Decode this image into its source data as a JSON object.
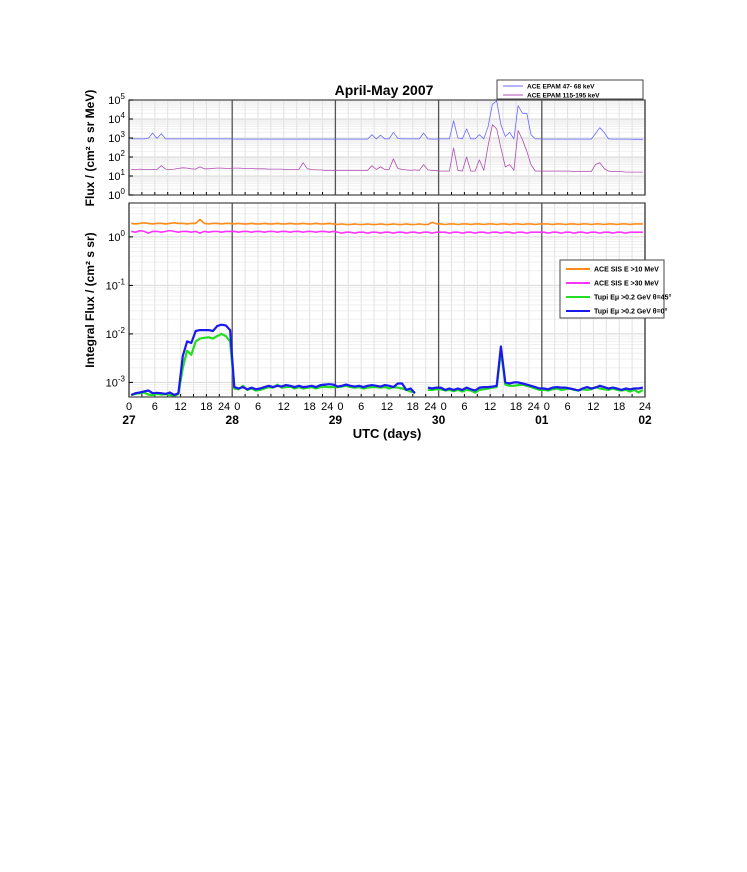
{
  "chart_data": [
    {
      "type": "line",
      "panel": "top",
      "title": "April-May 2007",
      "ylabel": "Flux / (cm² s sr MeV)",
      "yscale": "log",
      "ylim": [
        1,
        100000
      ],
      "ytick_exponents": [
        0,
        1,
        2,
        3,
        4,
        5
      ],
      "grid": true,
      "legend_position": "top-right, above panel",
      "sample_step_hours": 1,
      "series": [
        {
          "name": "ACE EPAM  47- 68 keV",
          "color": "#6a6aff",
          "days": {
            "27": [
              900,
              900,
              900,
              900,
              950,
              1800,
              950,
              1700,
              900,
              900,
              900,
              900,
              900,
              900,
              900,
              900,
              900,
              900,
              900,
              900,
              900,
              900,
              900,
              900
            ],
            "28": [
              880,
              880,
              880,
              880,
              880,
              880,
              880,
              880,
              880,
              880,
              880,
              880,
              880,
              880,
              880,
              880,
              880,
              880,
              880,
              880,
              880,
              880,
              880,
              880
            ],
            "29": [
              880,
              880,
              880,
              880,
              880,
              880,
              880,
              880,
              1500,
              900,
              1400,
              900,
              900,
              2000,
              950,
              900,
              900,
              900,
              900,
              900,
              1800,
              900,
              880,
              880
            ],
            "30": [
              900,
              900,
              900,
              8000,
              1000,
              900,
              3000,
              900,
              900,
              1500,
              900,
              4000,
              60000,
              90000,
              5000,
              1200,
              2000,
              900,
              50000,
              20000,
              20000,
              1500,
              900,
              900
            ],
            "01": [
              880,
              880,
              880,
              880,
              880,
              880,
              880,
              880,
              880,
              880,
              880,
              880,
              1700,
              3500,
              2000,
              900,
              880,
              880,
              880,
              880,
              880,
              850,
              850,
              850
            ]
          }
        },
        {
          "name": "ACE EPAM 115-195 keV",
          "color": "#b050b0",
          "days": {
            "27": [
              22,
              22,
              23,
              22,
              22,
              22,
              22,
              35,
              23,
              22,
              23,
              25,
              27,
              26,
              24,
              23,
              30,
              24,
              24,
              25,
              26,
              26,
              25,
              25
            ],
            "28": [
              26,
              26,
              25,
              25,
              25,
              24,
              24,
              24,
              23,
              23,
              23,
              23,
              22,
              22,
              22,
              22,
              50,
              24,
              22,
              21,
              21,
              20,
              20,
              20
            ],
            "29": [
              20,
              20,
              20,
              20,
              20,
              20,
              20,
              20,
              35,
              22,
              30,
              22,
              22,
              80,
              25,
              22,
              21,
              20,
              21,
              20,
              40,
              21,
              20,
              19
            ],
            "30": [
              18,
              18,
              18,
              300,
              20,
              18,
              100,
              18,
              18,
              70,
              20,
              400,
              5000,
              3000,
              300,
              30,
              40,
              20,
              2500,
              800,
              200,
              40,
              18,
              18
            ],
            "01": [
              18,
              18,
              18,
              18,
              18,
              18,
              18,
              17,
              17,
              17,
              17,
              17,
              40,
              50,
              25,
              18,
              17,
              17,
              17,
              16,
              16,
              16,
              16,
              16
            ]
          }
        }
      ]
    },
    {
      "type": "line",
      "panel": "bottom",
      "ylabel": "Integral Flux / (cm² s sr)",
      "xlabel": "UTC  (days)",
      "yscale": "log",
      "ylim": [
        0.0005,
        5
      ],
      "ytick_exponents": [
        0,
        -1,
        -2,
        -3
      ],
      "grid": true,
      "legend_position": "right",
      "xtick_hours": [
        "0",
        "6",
        "12",
        "18",
        "24"
      ],
      "day_labels": [
        "27",
        "28",
        "29",
        "30",
        "01",
        "02"
      ],
      "sample_step_hours": 1,
      "series": [
        {
          "name": "ACE SIS  E >10 MeV",
          "color": "#ff8c1a",
          "days": {
            "27": [
              1.9,
              1.85,
              1.9,
              1.95,
              1.9,
              1.85,
              1.9,
              1.9,
              1.85,
              1.9,
              1.95,
              1.9,
              1.9,
              1.85,
              1.9,
              1.9,
              2.3,
              1.9,
              1.85,
              1.9,
              1.9,
              1.85,
              1.9,
              1.9
            ],
            "28": [
              1.85,
              1.9,
              1.85,
              1.85,
              1.9,
              1.85,
              1.85,
              1.9,
              1.85,
              1.85,
              1.9,
              1.85,
              1.85,
              1.9,
              1.85,
              1.85,
              1.9,
              1.85,
              1.85,
              1.9,
              1.85,
              1.85,
              1.9,
              1.85
            ],
            "29": [
              1.8,
              1.85,
              1.8,
              1.8,
              1.85,
              1.8,
              1.8,
              1.85,
              1.8,
              1.8,
              1.85,
              1.8,
              1.8,
              1.85,
              1.8,
              1.8,
              1.85,
              1.8,
              1.8,
              1.85,
              1.8,
              1.8,
              2.0,
              1.85
            ],
            "30": [
              1.85,
              1.8,
              1.85,
              1.85,
              1.8,
              1.85,
              1.85,
              1.8,
              1.85,
              1.85,
              1.8,
              1.85,
              1.85,
              1.8,
              1.85,
              1.85,
              1.8,
              1.85,
              1.85,
              1.8,
              1.85,
              1.85,
              1.8,
              1.85
            ],
            "01": [
              1.85,
              1.85,
              1.8,
              1.85,
              1.85,
              1.8,
              1.85,
              1.85,
              1.8,
              1.85,
              1.85,
              1.8,
              1.85,
              1.85,
              1.8,
              1.85,
              1.85,
              1.8,
              1.85,
              1.85,
              1.8,
              1.85,
              1.85,
              1.85
            ]
          }
        },
        {
          "name": "ACE SIS  E >30 MeV",
          "color": "#ff33ff",
          "days": {
            "27": [
              1.3,
              1.25,
              1.35,
              1.3,
              1.2,
              1.3,
              1.3,
              1.25,
              1.3,
              1.35,
              1.3,
              1.25,
              1.3,
              1.3,
              1.25,
              1.3,
              1.2,
              1.3,
              1.25,
              1.3,
              1.3,
              1.25,
              1.3,
              1.3
            ],
            "28": [
              1.3,
              1.25,
              1.3,
              1.3,
              1.25,
              1.3,
              1.3,
              1.25,
              1.3,
              1.3,
              1.25,
              1.3,
              1.3,
              1.25,
              1.3,
              1.3,
              1.25,
              1.3,
              1.3,
              1.25,
              1.3,
              1.3,
              1.25,
              1.3
            ],
            "29": [
              1.25,
              1.2,
              1.25,
              1.25,
              1.2,
              1.25,
              1.25,
              1.2,
              1.25,
              1.25,
              1.2,
              1.25,
              1.25,
              1.2,
              1.25,
              1.25,
              1.2,
              1.25,
              1.25,
              1.2,
              1.25,
              1.25,
              1.2,
              1.25
            ],
            "30": [
              1.25,
              1.25,
              1.2,
              1.25,
              1.25,
              1.2,
              1.25,
              1.25,
              1.2,
              1.25,
              1.25,
              1.2,
              1.25,
              1.25,
              1.2,
              1.25,
              1.25,
              1.2,
              1.25,
              1.25,
              1.2,
              1.25,
              1.25,
              1.25
            ],
            "01": [
              1.25,
              1.2,
              1.25,
              1.25,
              1.2,
              1.25,
              1.25,
              1.2,
              1.25,
              1.25,
              1.2,
              1.25,
              1.25,
              1.2,
              1.25,
              1.25,
              1.2,
              1.25,
              1.25,
              1.2,
              1.25,
              1.25,
              1.25,
              1.25
            ]
          }
        },
        {
          "name": "Tupi Eμ >0.2 GeV θ=45°",
          "color": "#22dd22",
          "days": {
            "27": [
              0.00055,
              0.00058,
              0.0006,
              0.00062,
              0.00056,
              0.00055,
              0.00058,
              0.00056,
              0.00057,
              0.00055,
              0.00052,
              0.00058,
              0.002,
              0.0045,
              0.0037,
              0.007,
              0.008,
              0.0083,
              0.0085,
              0.008,
              0.009,
              0.01,
              0.009,
              0.007
            ],
            "28": [
              0.00075,
              0.00072,
              0.00085,
              0.0007,
              0.00075,
              0.00068,
              0.0007,
              0.00075,
              0.0008,
              0.00078,
              0.0009,
              0.00078,
              0.0008,
              0.00082,
              0.00075,
              0.0008,
              0.00075,
              0.00078,
              0.0008,
              0.00075,
              0.0008,
              0.00082,
              0.0008,
              0.0008
            ],
            "29": [
              0.0008,
              0.00082,
              0.00085,
              0.0008,
              0.00078,
              0.0008,
              0.00075,
              0.00078,
              0.0008,
              0.0008,
              0.00078,
              0.0008,
              0.00075,
              0.0008,
              0.00078,
              0.00075,
              0.0007,
              0.00065,
              0.00062,
              null,
              null,
              0.0007,
              0.0007,
              0.00072
            ],
            "30": [
              0.00072,
              0.00068,
              0.0007,
              0.00066,
              0.0007,
              0.00065,
              0.0007,
              0.00068,
              0.00062,
              0.0007,
              0.00072,
              0.00075,
              0.00078,
              0.0008,
              0.0045,
              0.0009,
              0.00085,
              0.00085,
              0.00088,
              0.0009,
              0.00085,
              0.0008,
              0.00075,
              0.0007
            ],
            "01": [
              0.0007,
              0.00068,
              0.00072,
              0.00075,
              0.0007,
              0.00072,
              0.00075,
              0.0007,
              0.00068,
              0.00072,
              0.0007,
              0.00072,
              0.0008,
              0.00075,
              0.00072,
              0.0007,
              0.00075,
              0.0007,
              0.00068,
              0.0007,
              0.00065,
              0.0007,
              0.00062,
              0.0007
            ]
          }
        },
        {
          "name": "Tupi Eμ >0.2 GeV θ=0°",
          "color": "#1a1aee",
          "days": {
            "27": [
              0.00055,
              0.0006,
              0.00062,
              0.00065,
              0.00068,
              0.0006,
              0.00061,
              0.0006,
              0.00058,
              0.00062,
              0.00055,
              0.0006,
              0.0035,
              0.007,
              0.0065,
              0.0115,
              0.012,
              0.012,
              0.012,
              0.0115,
              0.0145,
              0.0155,
              0.015,
              0.012
            ],
            "28": [
              0.0008,
              0.00075,
              0.0008,
              0.00072,
              0.00078,
              0.00072,
              0.00075,
              0.0008,
              0.00085,
              0.0008,
              0.00085,
              0.00082,
              0.00088,
              0.00085,
              0.0008,
              0.00085,
              0.0008,
              0.00082,
              0.00085,
              0.0008,
              0.00088,
              0.0009,
              0.00092,
              0.0009
            ],
            "29": [
              0.00082,
              0.00085,
              0.0009,
              0.00085,
              0.00082,
              0.00085,
              0.0008,
              0.00085,
              0.00088,
              0.00085,
              0.00082,
              0.00088,
              0.00085,
              0.0008,
              0.00095,
              0.00095,
              0.0007,
              0.00075,
              0.0006,
              null,
              null,
              0.00078,
              0.00075,
              0.00078
            ],
            "30": [
              0.00078,
              0.0007,
              0.00075,
              0.0007,
              0.00075,
              0.0007,
              0.00078,
              0.00072,
              0.00068,
              0.00078,
              0.0008,
              0.0008,
              0.00082,
              0.00085,
              0.0055,
              0.001,
              0.00095,
              0.001,
              0.001,
              0.00095,
              0.0009,
              0.00085,
              0.0008,
              0.00075
            ],
            "01": [
              0.00075,
              0.00072,
              0.00078,
              0.0008,
              0.00078,
              0.00078,
              0.00075,
              0.00072,
              0.00068,
              0.00075,
              0.0008,
              0.00075,
              0.00078,
              0.00085,
              0.0008,
              0.00075,
              0.00078,
              0.00075,
              0.0007,
              0.00075,
              0.00072,
              0.00075,
              0.00075,
              0.00078
            ]
          }
        }
      ]
    }
  ]
}
